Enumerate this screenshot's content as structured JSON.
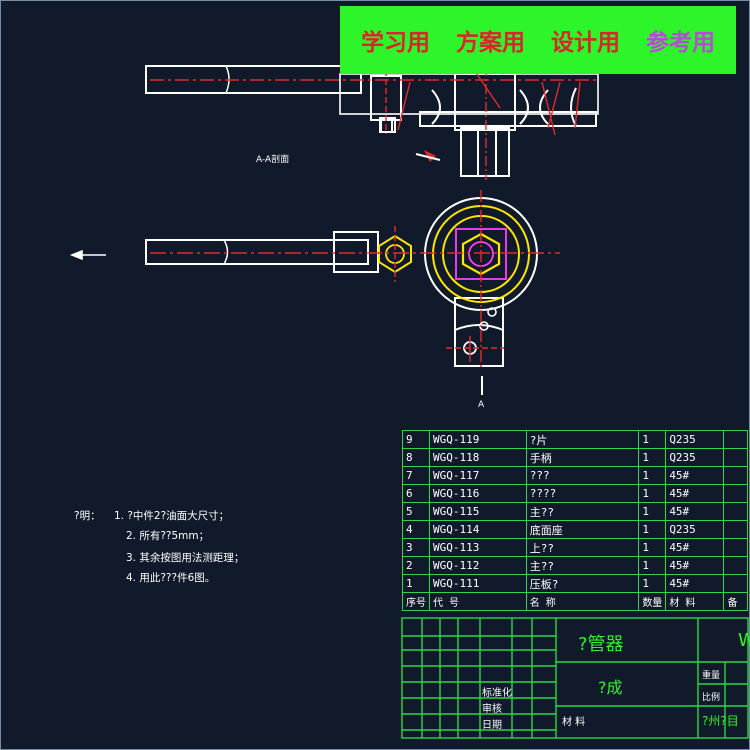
{
  "banner": {
    "items": [
      "学习用",
      "方案用",
      "设计用",
      "参考用"
    ]
  },
  "drawing": {
    "view_label": "A-A剖面",
    "section_mark": "A"
  },
  "notes": {
    "header": "?明：",
    "lines": [
      "1. ?中件2?油面大尺寸；",
      "2. 所有??5mm；",
      "3. 其余按图用法测距理；",
      "4. 用此???件6图。"
    ]
  },
  "bom": {
    "rows": [
      {
        "no": "9",
        "code": "WGQ-119",
        "name": "?片",
        "qty": "1",
        "material": "Q235"
      },
      {
        "no": "8",
        "code": "WGQ-118",
        "name": "手柄",
        "qty": "1",
        "material": "Q235"
      },
      {
        "no": "7",
        "code": "WGQ-117",
        "name": "???",
        "qty": "1",
        "material": "45#"
      },
      {
        "no": "6",
        "code": "WGQ-116",
        "name": "????",
        "qty": "1",
        "material": "45#"
      },
      {
        "no": "5",
        "code": "WGQ-115",
        "name": "主??",
        "qty": "1",
        "material": "45#"
      },
      {
        "no": "4",
        "code": "WGQ-114",
        "name": "底面座",
        "qty": "1",
        "material": "Q235"
      },
      {
        "no": "3",
        "code": "WGQ-113",
        "name": "上??",
        "qty": "1",
        "material": "45#"
      },
      {
        "no": "2",
        "code": "WGQ-112",
        "name": "主??",
        "qty": "1",
        "material": "45#"
      },
      {
        "no": "1",
        "code": "WGQ-111",
        "name": "压板?",
        "qty": "1",
        "material": "45#"
      }
    ],
    "header": {
      "no": "序号",
      "code": "代 号",
      "name": "名 称",
      "qty": "数量",
      "material": "材 料",
      "extra": "备"
    }
  },
  "title_block": {
    "product": "?管器",
    "subtitle": "?成",
    "side_letter": "W",
    "material_label": "材 料",
    "sign_a": "标准化",
    "sign_b": "审核",
    "sign_c": "日期",
    "weight_label": "重量",
    "ratio_label": "比例",
    "school": "?州?目"
  }
}
